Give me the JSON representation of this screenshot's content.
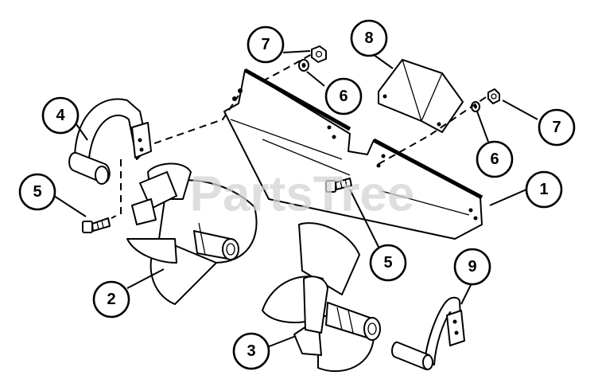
{
  "watermark": "PartsTree",
  "callouts": [
    {
      "id": "c1",
      "label": "1"
    },
    {
      "id": "c2",
      "label": "2"
    },
    {
      "id": "c3",
      "label": "3"
    },
    {
      "id": "c4",
      "label": "4"
    },
    {
      "id": "c5a",
      "label": "5"
    },
    {
      "id": "c5b",
      "label": "5"
    },
    {
      "id": "c6a",
      "label": "6"
    },
    {
      "id": "c6b",
      "label": "6"
    },
    {
      "id": "c7a",
      "label": "7"
    },
    {
      "id": "c7b",
      "label": "7"
    },
    {
      "id": "c8",
      "label": "8"
    },
    {
      "id": "c9",
      "label": "9"
    }
  ]
}
